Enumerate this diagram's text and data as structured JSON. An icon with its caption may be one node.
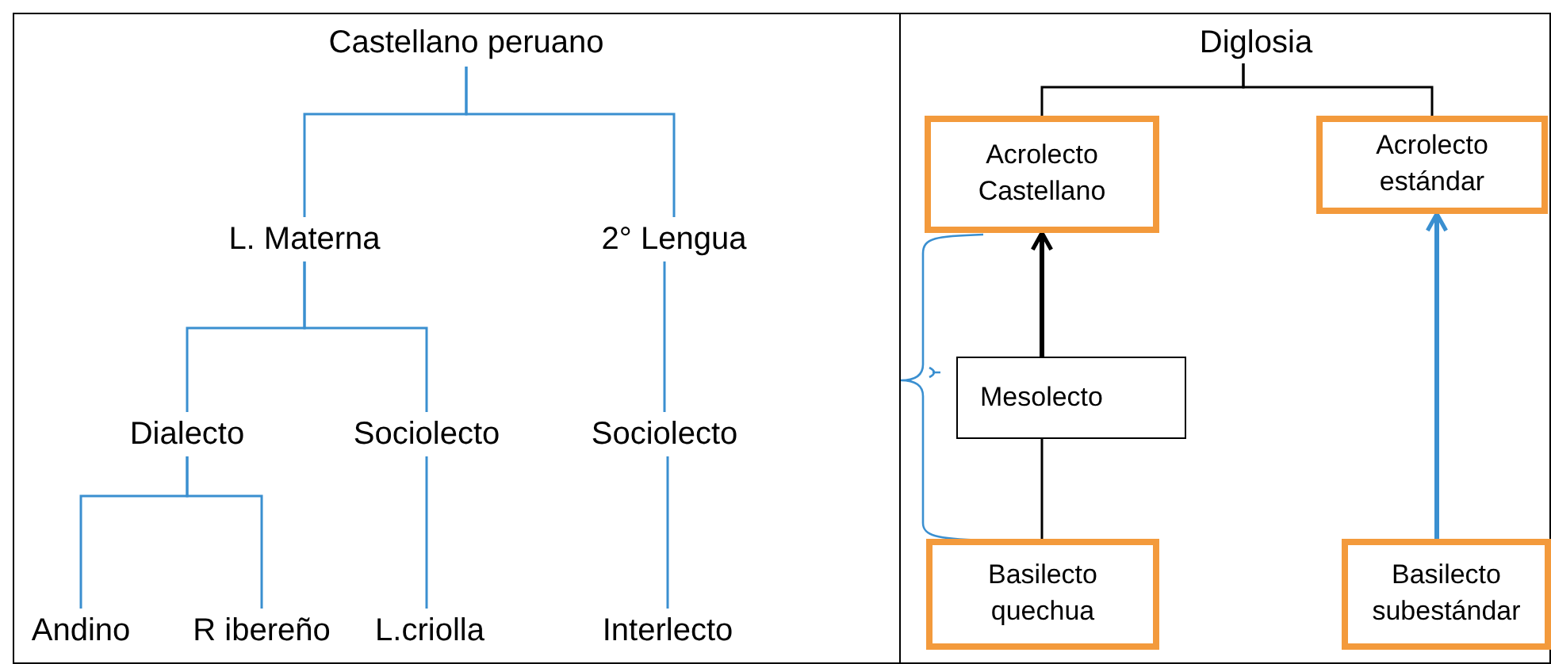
{
  "diagram": {
    "nodes": [
      {
        "text": [
          "Castellano peruano"
        ]
      },
      {
        "text": [
          "L. Materna"
        ]
      },
      {
        "text": [
          "2° Lengua"
        ]
      },
      {
        "text": [
          "Dialecto"
        ]
      },
      {
        "text": [
          "Sociolecto"
        ]
      },
      {
        "text": [
          "Sociolecto"
        ]
      },
      {
        "text": [
          "Andino"
        ]
      },
      {
        "text": [
          "R ibereño"
        ]
      },
      {
        "text": [
          "L.criolla"
        ]
      },
      {
        "text": [
          "Interlecto"
        ]
      },
      {
        "text": [
          "Diglosia"
        ]
      },
      {
        "text": [
          "Acrolecto Castellano"
        ]
      },
      {
        "text": [
          "Acrolecto estándar"
        ]
      },
      {
        "text": [
          "Mesolecto"
        ]
      },
      {
        "text": [
          "Basilecto quechua"
        ]
      },
      {
        "text": [
          "Basilecto subestándar"
        ]
      }
    ],
    "edges": [
      {
        "from": 0,
        "to": 1,
        "arrow": "none"
      },
      {
        "from": 0,
        "to": 2,
        "arrow": "none"
      },
      {
        "from": 1,
        "to": 3,
        "arrow": "none"
      },
      {
        "from": 1,
        "to": 4,
        "arrow": "none"
      },
      {
        "from": 2,
        "to": 5,
        "arrow": "none"
      },
      {
        "from": 3,
        "to": 6,
        "arrow": "none"
      },
      {
        "from": 3,
        "to": 7,
        "arrow": "none"
      },
      {
        "from": 4,
        "to": 8,
        "arrow": "none"
      },
      {
        "from": 5,
        "to": 9,
        "arrow": "none"
      },
      {
        "from": 10,
        "to": 11,
        "arrow": "none",
        "color": "#000000"
      },
      {
        "from": 10,
        "to": 12,
        "arrow": "none",
        "color": "#000000"
      },
      {
        "from": 13,
        "to": 11,
        "arrow": "to",
        "style": "thick",
        "color": "#000000"
      },
      {
        "from": 14,
        "to": 13,
        "arrow": "none",
        "color": "#000000"
      },
      {
        "from": 15,
        "to": 12,
        "arrow": "to",
        "style": "thick"
      }
    ]
  }
}
